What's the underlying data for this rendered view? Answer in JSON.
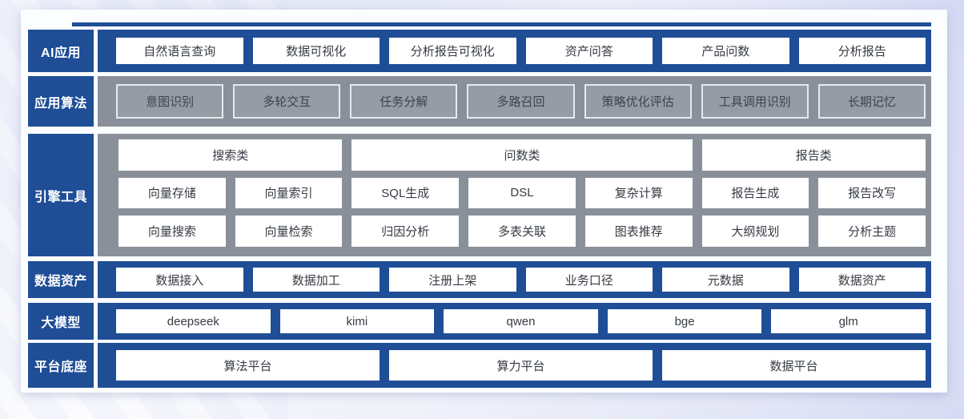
{
  "diagram": {
    "colors": {
      "navy": "#1F4E97",
      "gray_strip": "#8A9099",
      "gray_cell": "#959CA6",
      "gray_cell_border": "#E7E9ED",
      "card_background": "#FCFDFF",
      "page_background": "#E4E8F6"
    },
    "rows": [
      {
        "label": "AI应用",
        "cells": [
          "自然语言查询",
          "数据可视化",
          "分析报告可视化",
          "资产问答",
          "产品问数",
          "分析报告"
        ]
      },
      {
        "label": "应用算法",
        "cells": [
          "意图识别",
          "多轮交互",
          "任务分解",
          "多路召回",
          "策略优化评估",
          "工具调用识别",
          "长期记忆"
        ]
      },
      {
        "label": "引擎工具",
        "group_headers": [
          "搜索类",
          "问数类",
          "报告类"
        ],
        "row_b": [
          "向量存储",
          "向量索引",
          "SQL生成",
          "DSL",
          "复杂计算",
          "报告生成",
          "报告改写"
        ],
        "row_c": [
          "向量搜索",
          "向量检索",
          "归因分析",
          "多表关联",
          "图表推荐",
          "大纲规划",
          "分析主题"
        ]
      },
      {
        "label": "数据资产",
        "cells": [
          "数据接入",
          "数据加工",
          "注册上架",
          "业务口径",
          "元数据",
          "数据资产"
        ]
      },
      {
        "label": "大模型",
        "cells": [
          "deepseek",
          "kimi",
          "qwen",
          "bge",
          "glm"
        ]
      },
      {
        "label": "平台底座",
        "cells": [
          "算法平台",
          "算力平台",
          "数据平台"
        ]
      }
    ]
  }
}
